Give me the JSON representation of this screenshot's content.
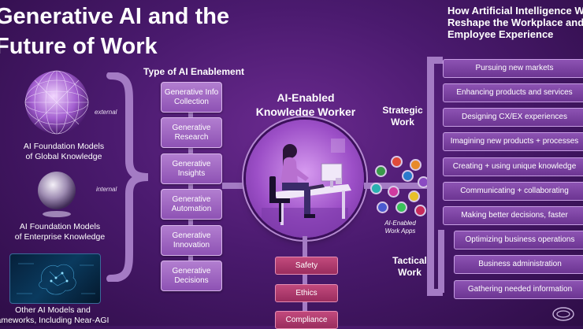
{
  "title": {
    "line1": "Generative AI and the",
    "line2": "Future of Work"
  },
  "subtitle": {
    "line1": "How Artificial Intelligence W",
    "line2": "Reshape the Workplace and",
    "line3": "Employee Experience"
  },
  "models": [
    {
      "label1": "AI Foundation Models",
      "label2": "of Global Knowledge",
      "tag": "external"
    },
    {
      "label1": "AI Foundation Models",
      "label2": "of Enterprise Knowledge",
      "tag": "internal"
    },
    {
      "label1": "Other AI Models and",
      "label2": "ameworks, Including Near-AGI",
      "tag": ""
    }
  ],
  "enablement": {
    "heading": "Type of AI Enablement",
    "items": [
      {
        "line1": "Generative Info",
        "line2": "Collection"
      },
      {
        "line1": "Generative",
        "line2": "Research"
      },
      {
        "line1": "Generative",
        "line2": "Insights"
      },
      {
        "line1": "Generative",
        "line2": "Automation"
      },
      {
        "line1": "Generative",
        "line2": "Innovation"
      },
      {
        "line1": "Generative",
        "line2": "Decisions"
      }
    ]
  },
  "worker": {
    "line1": "AI-Enabled",
    "line2": "Knowledge Worker"
  },
  "values": [
    "Safety",
    "Ethics",
    "Compliance"
  ],
  "apps": {
    "line1": "AI-Enabled",
    "line2": "Work Apps",
    "colors": [
      "#e04a3a",
      "#e88a2a",
      "#3a9a4a",
      "#2a7acc",
      "#8a4ac2",
      "#2ab0b0",
      "#d03aa0",
      "#e8c02a",
      "#4a5ad0",
      "#3ac05a",
      "#c82a5a"
    ]
  },
  "strategic": {
    "line1": "Strategic",
    "line2": "Work",
    "items": [
      "Pursuing new markets",
      "Enhancing products and services",
      "Designing CX/EX experiences",
      "Imagining new products + processes",
      "Creating + using unique knowledge",
      "Communicating + collaborating",
      "Making better decisions, faster"
    ]
  },
  "tactical": {
    "line1": "Tactical",
    "line2": "Work",
    "items": [
      "Optimizing business operations",
      "Business administration",
      "Gathering needed information"
    ]
  }
}
